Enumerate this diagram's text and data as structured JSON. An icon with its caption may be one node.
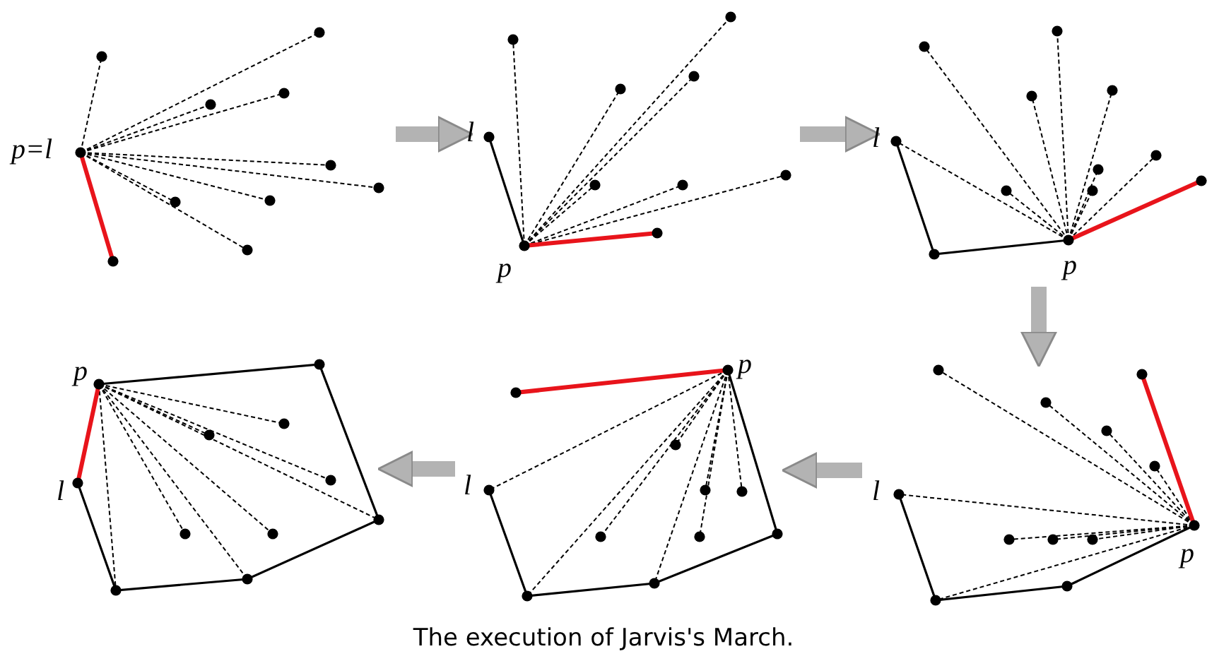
{
  "diagram": {
    "caption": "The execution of Jarvis's March.",
    "nodes": [
      {
        "text": [
          "p=l"
        ]
      },
      {
        "text": [
          "l",
          "p"
        ]
      },
      {
        "text": [
          "l",
          "p"
        ]
      },
      {
        "text": [
          "p",
          "l"
        ]
      },
      {
        "text": [
          "l",
          "p"
        ]
      },
      {
        "text": [
          "l",
          "p"
        ]
      }
    ],
    "edges": [
      {
        "from": 0,
        "to": 1,
        "arrow": "to"
      },
      {
        "from": 1,
        "to": 2,
        "arrow": "to"
      },
      {
        "from": 2,
        "to": 5,
        "arrow": "to"
      },
      {
        "from": 5,
        "to": 4,
        "arrow": "to"
      },
      {
        "from": 4,
        "to": 3,
        "arrow": "to"
      }
    ]
  }
}
